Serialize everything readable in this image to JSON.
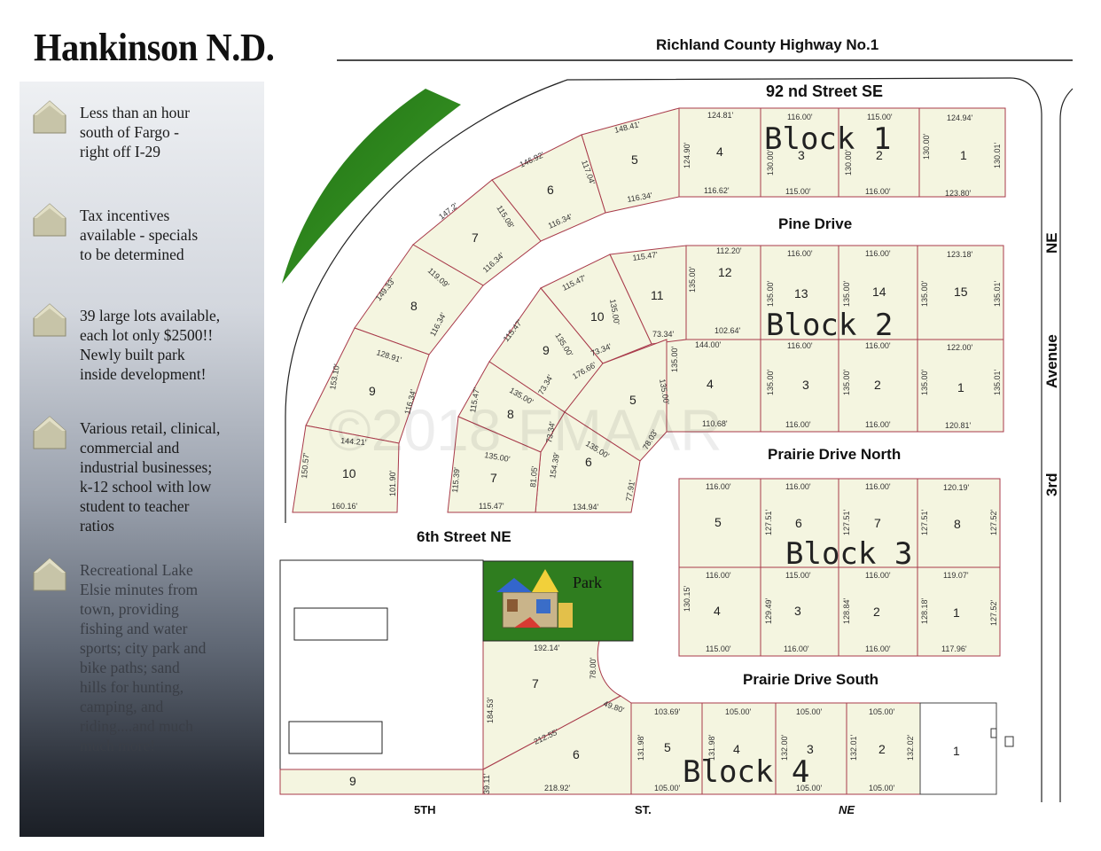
{
  "title": "Hankinson N.D.",
  "features": [
    {
      "text": "Less than an hour\nsouth of Fargo -\nright off I-29"
    },
    {
      "text": "Tax incentives\navailable - specials\nto be determined"
    },
    {
      "text": "39 large lots available,\n each lot only $2500!!\nNewly built park\n inside development!"
    },
    {
      "text": "Various retail, clinical,\ncommercial and\nindustrial businesses;\nk-12 school with low\nstudent to teacher\nratios"
    },
    {
      "text": "Recreational Lake\nElsie minutes from\ntown, providing\nfishing and water\nsports; city park and\n bike paths; sand\nhills for hunting,\ncamping, and\nriding....and much\nmuch more!"
    }
  ],
  "streets": {
    "highway": "Richland County Highway No.1",
    "street_92": "92 nd Street SE",
    "pine": "Pine Drive",
    "prairie_north": "Prairie Drive North",
    "prairie_south": "Prairie Drive South",
    "sixth": "6th Street NE",
    "fifth_a": "5TH",
    "fifth_b": "ST.",
    "fifth_c": "NE",
    "third_a": "3rd",
    "third_b": "Avenue",
    "third_c": "NE"
  },
  "blocks": {
    "b1": "Block 1",
    "b2": "Block 2",
    "b3": "Block 3",
    "b4": "Block 4"
  },
  "park_label": "Park",
  "watermark": "©2018 FMAAR",
  "lots": {
    "b1": [
      "1",
      "2",
      "3",
      "4",
      "5",
      "6",
      "7",
      "8",
      "9",
      "10"
    ],
    "b2": [
      "1",
      "2",
      "3",
      "4",
      "5",
      "6",
      "7",
      "8",
      "9",
      "10",
      "11",
      "12",
      "13",
      "14",
      "15"
    ],
    "b3": [
      "1",
      "2",
      "3",
      "4",
      "5",
      "6",
      "7",
      "8"
    ],
    "b4": [
      "1",
      "2",
      "3",
      "4",
      "5",
      "6",
      "7",
      "9"
    ]
  },
  "dims": {
    "b1_top": [
      "124.94'",
      "115.00'",
      "116.00'",
      "124.81'",
      "148.41'",
      "146.92'",
      "147.2'"
    ],
    "b1_bot": [
      "123.80'",
      "116.00'",
      "115.00'",
      "116.62'",
      "116.34'",
      "116.34'",
      "116.34'"
    ],
    "b1_side": [
      "130.01'",
      "130.00'",
      "130.00'",
      "130.00'",
      "124.90'",
      "117.04'",
      "115.08'",
      "119.09'",
      "116.34'",
      "128.91'",
      "116.34'",
      "153.10'",
      "144.21'",
      "150.57'",
      "101.90'",
      "160.16'",
      "149.33'"
    ],
    "b2_a": [
      "123.18'",
      "116.00'",
      "116.00'",
      "112.20'",
      "115.47'",
      "115.47'",
      "115.47'",
      "115.47'"
    ],
    "b2_b": [
      "135.01'",
      "135.00'",
      "135.00'",
      "135.00'",
      "135.00'",
      "135.00'",
      "135.00'",
      "73.34'",
      "73.34'",
      "102.64'",
      "144.00'",
      "176.66'",
      "73.34'",
      "135.00'"
    ],
    "b2_c": [
      "122.00'",
      "116.00'",
      "116.00'",
      "135.01'",
      "135.00'",
      "135.00'",
      "135.00'",
      "135.00'",
      "120.81'",
      "116.00'",
      "116.00'",
      "110.68'",
      "78.03'",
      "135.00'",
      "135.00'",
      "77.91'",
      "134.94'",
      "154.39'",
      "81.05'",
      "135.00'",
      "115.39'",
      "115.47'",
      "73.34'"
    ],
    "b3": [
      "120.19'",
      "116.00'",
      "116.00'",
      "116.00'",
      "127.52'",
      "127.51'",
      "127.51'",
      "127.51'",
      "119.07'",
      "116.00'",
      "115.00'",
      "116.00'",
      "127.52'",
      "128.18'",
      "128.84'",
      "129.49'",
      "130.15'",
      "117.96'",
      "116.00'",
      "116.00'",
      "115.00'"
    ],
    "b4": [
      "105.00'",
      "105.00'",
      "105.00'",
      "103.69'",
      "132.02'",
      "132.01'",
      "132.00'",
      "131.98'",
      "131.98'",
      "105.00'",
      "105.00'",
      "105.00'",
      "192.14'",
      "78.00'",
      "184.53'",
      "49.80'",
      "212.55'",
      "39.11'",
      "218.92'"
    ]
  }
}
